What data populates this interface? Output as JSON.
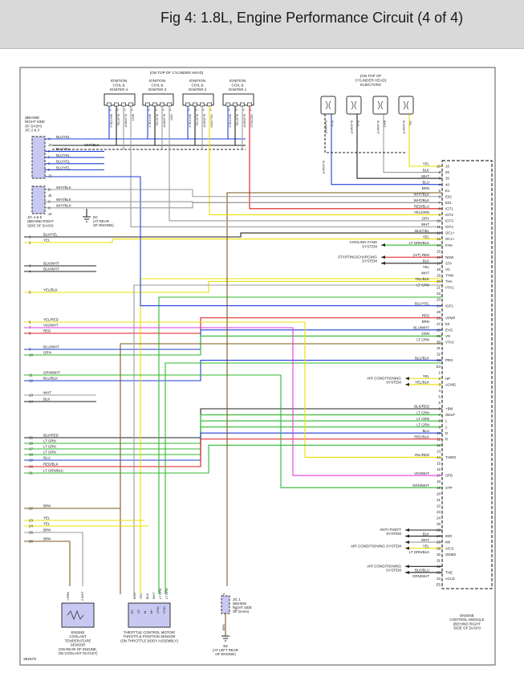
{
  "title": "Fig 4: 1.8L, Engine Performance Circuit (4 of 4)",
  "figure_id": "352675",
  "colors": {
    "ylw": "#e8e000",
    "blue": "#1f3fd8",
    "green": "#2fb82f",
    "red": "#e01818",
    "brown": "#7a5a1e",
    "magenta": "#e23ae2",
    "orange": "#e09a1a",
    "gray": "#9a9a9a",
    "black": "#222222"
  },
  "top_notes": {
    "cylinder_head": "(ON TOP OF CYLINDER HEAD)",
    "injectors": [
      "(ON TOP OF",
      "CYLINDER HEAD)",
      "INJECTORS"
    ]
  },
  "coils": [
    {
      "lines": [
        "IGNITION",
        "COIL &",
        "IGNITER 4"
      ],
      "pins": [
        "4",
        "3",
        "2",
        "1"
      ],
      "wires": [
        "WHT/BLK",
        "BLK/YEL",
        "BLK/WHT",
        "WHT"
      ]
    },
    {
      "lines": [
        "IGNITION",
        "COIL &",
        "IGNITER 3"
      ],
      "pins": [
        "4",
        "3",
        "2",
        "1"
      ],
      "wires": [
        "WHT/BLK",
        "BLK/YEL",
        "BLK/WHT",
        "GRY"
      ]
    },
    {
      "lines": [
        "IGNITION",
        "COIL &",
        "IGNITER 2"
      ],
      "pins": [
        "4",
        "3",
        "2",
        "1"
      ],
      "wires": [
        "WHT/BLK",
        "BLK/YEL",
        "BLK/WHT",
        "YEL/GRN"
      ]
    },
    {
      "lines": [
        "IGNITION",
        "COIL &",
        "IGNITER 1"
      ],
      "pins": [
        "4",
        "3",
        "2",
        "1"
      ],
      "wires": [
        "WHT/BLK",
        "BLK/YEL",
        "BLK/WHT",
        "RED/BLU"
      ]
    }
  ],
  "injectors": [
    {
      "wires": [
        "BLK/WHT",
        "BLU"
      ]
    },
    {
      "wires": [
        "BLK/WHT",
        "BLK"
      ]
    },
    {
      "wires": [
        "BLK/WHT",
        "WHT"
      ]
    },
    {
      "wires": [
        "BLK/WHT",
        "YEL"
      ]
    }
  ],
  "injector_common_wire": "BLK/WHT",
  "jc23": {
    "lines": [
      "(BEHIND",
      "RIGHT SIDE",
      "OF DASH)",
      "J/C 2 & 3"
    ],
    "rows": [
      {
        "pin": "H",
        "wire": "BLU/YEL"
      },
      {
        "pin": "J3",
        "wire": ""
      },
      {
        "pin": "F",
        "wire": "BLU/YEL"
      },
      {
        "pin": "F",
        "wire": "BLU/YEL"
      },
      {
        "pin": "F",
        "wire": "BLU/YEL"
      },
      {
        "pin": "F",
        "wire": "BLU/YEL"
      },
      {
        "pin": "J2",
        "wire": ""
      }
    ],
    "extra_wire": "WHT/BLK"
  },
  "jc45": {
    "lines": [
      "J/C 4 & 5",
      "(BEHIND RIGHT",
      "SIDE OF DASH)"
    ],
    "rows": [
      {
        "pin": "B",
        "wire": "WHT/BLK"
      },
      {
        "pin": "J5",
        "wire": ""
      },
      {
        "pin": "C",
        "wire": "WHT/BLK"
      },
      {
        "pin": "C",
        "wire": "WHT/BLK"
      },
      {
        "pin": "J4",
        "wire": ""
      }
    ]
  },
  "ec_ground": {
    "lines": [
      "EC",
      "(AT REAR",
      "OF ENGINE)"
    ]
  },
  "left_rows": [
    {
      "pin": "1",
      "wire": "BLK/YEL"
    },
    {
      "pin": "2",
      "wire": "YEL"
    },
    {
      "pin": "3",
      "wire": "BLK/WHT"
    },
    {
      "pin": "4",
      "wire": "BLK/WHT"
    },
    {
      "pin": "5",
      "wire": "YEL/BLK"
    },
    {
      "pin": "6",
      "wire": "YEL/RED"
    },
    {
      "pin": "7",
      "wire": "VIO/WHT"
    },
    {
      "pin": "8",
      "wire": "RED"
    },
    {
      "pin": "9",
      "wire": "BLU/WHT"
    },
    {
      "pin": "10",
      "wire": "GRN"
    },
    {
      "pin": "11",
      "wire": "GRN/WHT"
    },
    {
      "pin": "12",
      "wire": "BLU/BLK"
    },
    {
      "pin": "13",
      "wire": "WHT"
    },
    {
      "pin": "14",
      "wire": "BLK"
    },
    {
      "pin": "15",
      "wire": "BLK/RED"
    },
    {
      "pin": "16",
      "wire": "LT GRN"
    },
    {
      "pin": "17",
      "wire": "LT GRN"
    },
    {
      "pin": "18",
      "wire": "LT GRN"
    },
    {
      "pin": "19",
      "wire": "BLU"
    },
    {
      "pin": "20",
      "wire": "RED/BLK"
    },
    {
      "pin": "21",
      "wire": "LT GRN/BLK"
    },
    {
      "pin": "22",
      "wire": "BRN"
    },
    {
      "pin": "23",
      "wire": "YEL"
    },
    {
      "pin": "24",
      "wire": "YEL"
    },
    {
      "pin": "25",
      "wire": "BRN"
    },
    {
      "pin": "26",
      "wire": "BRN"
    }
  ],
  "ecm_pins": [
    {
      "wire": "YEL",
      "num": "10",
      "name": "10"
    },
    {
      "wire": "BLK",
      "num": "2",
      "name": "20"
    },
    {
      "wire": "WHT",
      "num": "3",
      "name": "30"
    },
    {
      "wire": "BLU",
      "num": "4",
      "name": "40"
    },
    {
      "wire": "BRN",
      "num": "5",
      "name": "E1"
    },
    {
      "wire": "WHT/BLK",
      "num": "6",
      "name": "E02"
    },
    {
      "wire": "WHT/BLK",
      "num": "7",
      "name": "E01"
    },
    {
      "wire": "RED/BLU",
      "num": "8",
      "name": "IGT1"
    },
    {
      "wire": "YEL/GRN",
      "num": "9",
      "name": "IGT2"
    },
    {
      "wire": "GRY",
      "num": "10",
      "name": "IGT3"
    },
    {
      "wire": "WHT",
      "num": "11",
      "name": "IGT4"
    },
    {
      "wire": "BLK/YEL",
      "num": "12",
      "name": "OC1+"
    },
    {
      "wire": "YEL",
      "num": "13",
      "name": "OC1+"
    },
    {
      "wire": "LT GRN/BLK",
      "num": "14",
      "name": "FAN"
    },
    {
      "wire": "",
      "num": "15",
      "name": ""
    },
    {
      "wire": "(A/T) RED",
      "num": "16",
      "name": "NSW"
    },
    {
      "wire": "BLK",
      "num": "17",
      "name": "STA"
    },
    {
      "wire": "YEL",
      "num": "18",
      "name": "VC"
    },
    {
      "wire": "WHT",
      "num": "19",
      "name": "THW"
    },
    {
      "wire": "YEL/BLK",
      "num": "20",
      "name": "THA"
    },
    {
      "wire": "LT GRN",
      "num": "21",
      "name": "VTA1"
    },
    {
      "wire": "",
      "num": "22",
      "name": ""
    },
    {
      "wire": "",
      "num": "23",
      "name": ""
    },
    {
      "wire": "BLU/YEL",
      "num": "24",
      "name": "IGF1"
    },
    {
      "wire": "",
      "num": "25",
      "name": ""
    },
    {
      "wire": "RED",
      "num": "26",
      "name": "VPMP"
    },
    {
      "wire": "BRN",
      "num": "27",
      "name": "E2"
    },
    {
      "wire": "BLU/WHT",
      "num": "28",
      "name": "EVG"
    },
    {
      "wire": "GRN",
      "num": "29",
      "name": "VG"
    },
    {
      "wire": "LT GRN",
      "num": "30",
      "name": "VTA2"
    },
    {
      "wire": "",
      "num": "31",
      "name": ""
    },
    {
      "wire": "",
      "num": "32",
      "name": ""
    },
    {
      "wire": "BLU/BLK",
      "num": "33",
      "name": "PRG"
    },
    {
      "wire": "",
      "num": "E3",
      "name": ""
    },
    {
      "wire": "",
      "num": "1",
      "name": ""
    },
    {
      "wire": "YEL",
      "num": "2",
      "name": "HP"
    },
    {
      "wire": "YEL/BLK",
      "num": "3",
      "name": "ACMG"
    },
    {
      "wire": "",
      "num": "4",
      "name": ""
    },
    {
      "wire": "",
      "num": "5",
      "name": ""
    },
    {
      "wire": "",
      "num": "6",
      "name": ""
    },
    {
      "wire": "BLK/RED",
      "num": "6",
      "name": "+BM"
    },
    {
      "wire": "LT GRN",
      "num": "7",
      "name": "ODLP"
    },
    {
      "wire": "LT GRN",
      "num": "8",
      "name": "L"
    },
    {
      "wire": "LT GRN",
      "num": "9",
      "name": "2"
    },
    {
      "wire": "BLU",
      "num": "10",
      "name": "D"
    },
    {
      "wire": "RED/BLK",
      "num": "11",
      "name": "R"
    },
    {
      "wire": "",
      "num": "12",
      "name": ""
    },
    {
      "wire": "",
      "num": "13",
      "name": ""
    },
    {
      "wire": "YEL/RED",
      "num": "14",
      "name": "THWO"
    },
    {
      "wire": "",
      "num": "15",
      "name": ""
    },
    {
      "wire": "",
      "num": "16",
      "name": ""
    },
    {
      "wire": "VIO/WHT",
      "num": "17",
      "name": "SPD"
    },
    {
      "wire": "",
      "num": "18",
      "name": ""
    },
    {
      "wire": "GRN/WHT",
      "num": "19",
      "name": "STP"
    },
    {
      "wire": "",
      "num": "20",
      "name": ""
    },
    {
      "wire": "",
      "num": "21",
      "name": ""
    },
    {
      "wire": "",
      "num": "22",
      "name": ""
    },
    {
      "wire": "",
      "num": "23",
      "name": ""
    },
    {
      "wire": "",
      "num": "24",
      "name": ""
    },
    {
      "wire": "",
      "num": "25",
      "name": ""
    },
    {
      "wire": "",
      "num": "26",
      "name": ""
    },
    {
      "wire": "BLK",
      "num": "27",
      "name": "IMO"
    },
    {
      "wire": "WHT",
      "num": "28",
      "name": "IMI"
    },
    {
      "wire": "YEL",
      "num": "29",
      "name": "A/CS"
    },
    {
      "wire": "LT GRN/BLK",
      "num": "30",
      "name": "ODMS"
    },
    {
      "wire": "",
      "num": "31",
      "name": ""
    },
    {
      "wire": "",
      "num": "32",
      "name": ""
    },
    {
      "wire": "BLK/BLU",
      "num": "33",
      "name": "THE"
    },
    {
      "wire": "GRN/WHT",
      "num": "34",
      "name": "ACLD"
    },
    {
      "wire": "",
      "num": "E5",
      "name": ""
    }
  ],
  "systems": {
    "cooling_fan": [
      "COOLING FANS",
      "SYSTEM"
    ],
    "starting": [
      "STARTING/CHARGING",
      "SYSTEM"
    ],
    "ac1": [
      "AIR CONDITIONING",
      "SYSTEM"
    ],
    "anti_theft": [
      "ANTI-THEFT",
      "SYSTEM"
    ],
    "ac2": [
      "AIR CONDITIONING SYSTEM"
    ],
    "ac3": [
      "AIR CONDITIONING",
      "SYSTEM"
    ]
  },
  "ecm_label": [
    "ENGINE",
    "CONTROL MODULE",
    "(BEHIND RIGHT",
    "SIDE OF DASH)"
  ],
  "ect_sensor": {
    "lines": [
      "ENGINE",
      "COOLANT",
      "TEMPERATURE",
      "SENSOR",
      "(ON REAR OF ENGINE,",
      "ON COOLANT OUTLET)"
    ],
    "pins": [
      "1 BRN",
      "2 WHT"
    ]
  },
  "throttle": {
    "lines": [
      "THROTTLE CONTROL MOTOR/",
      "THROTTLE POSITION SENSOR",
      "(ON THROTTLE BODY ASSEMBLY)"
    ],
    "pins": [
      "E2",
      "VC",
      "M-",
      "M+",
      "VTA2",
      "VTA1"
    ],
    "wires": [
      "BRN",
      "YEL",
      "BLK",
      "WHT",
      "LT GRN",
      "LT GRN"
    ]
  },
  "jc1": {
    "lines": [
      "J/C 1",
      "(BEHIND",
      "RIGHT SIDE",
      "OF DASH)"
    ],
    "pins": [
      "A",
      "J1"
    ],
    "wire": "BRN"
  },
  "e8_ground": {
    "lines": [
      "E8",
      "(AT LEFT REAR",
      "OF ENGINE)"
    ]
  }
}
